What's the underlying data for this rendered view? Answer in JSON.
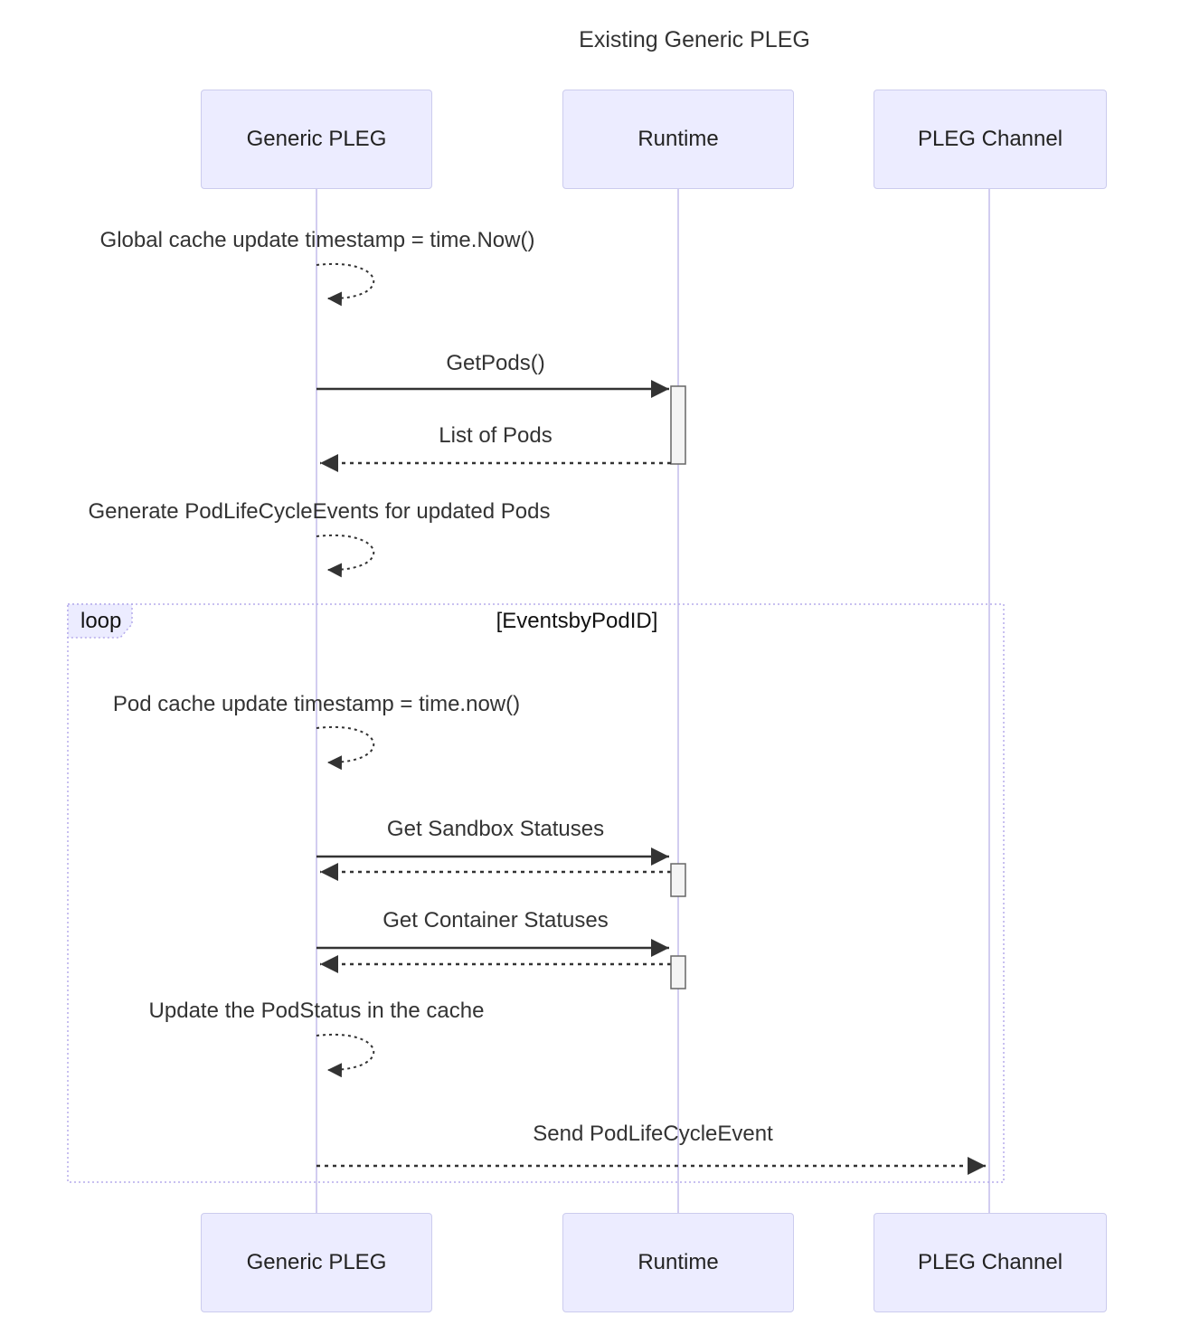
{
  "title": "Existing Generic PLEG",
  "participants": [
    {
      "label": "Generic PLEG"
    },
    {
      "label": "Runtime"
    },
    {
      "label": "PLEG Channel"
    }
  ],
  "messages": [
    {
      "text": "Global cache update timestamp = time.Now()",
      "kind": "self",
      "from": "Generic PLEG",
      "to": "Generic PLEG"
    },
    {
      "text": "GetPods()",
      "kind": "solid",
      "from": "Generic PLEG",
      "to": "Runtime"
    },
    {
      "text": "List of Pods",
      "kind": "dotted",
      "from": "Runtime",
      "to": "Generic PLEG"
    },
    {
      "text": "Generate PodLifeCycleEvents for updated Pods",
      "kind": "self",
      "from": "Generic PLEG",
      "to": "Generic PLEG"
    },
    {
      "text": "Pod cache update timestamp = time.now()",
      "kind": "self",
      "from": "Generic PLEG",
      "to": "Generic PLEG"
    },
    {
      "text": "Get Sandbox Statuses",
      "kind": "solid",
      "from": "Generic PLEG",
      "to": "Runtime"
    },
    {
      "text": "Get Container Statuses",
      "kind": "solid",
      "from": "Generic PLEG",
      "to": "Runtime"
    },
    {
      "text": "Update the PodStatus in the cache",
      "kind": "self",
      "from": "Generic PLEG",
      "to": "Generic PLEG"
    },
    {
      "text": "Send PodLifeCycleEvent",
      "kind": "dotted",
      "from": "Generic PLEG",
      "to": "PLEG Channel"
    }
  ],
  "loop": {
    "label": "loop",
    "condition": "[EventsbyPodID]"
  },
  "colors": {
    "actor_fill": "#ECECFF",
    "actor_border": "#CCCCEE",
    "lifeline": "#D2CDF0",
    "loop_border": "#B5ABEB",
    "arrow": "#333333",
    "activation_fill": "#F4F4F4",
    "activation_border": "#666666"
  }
}
